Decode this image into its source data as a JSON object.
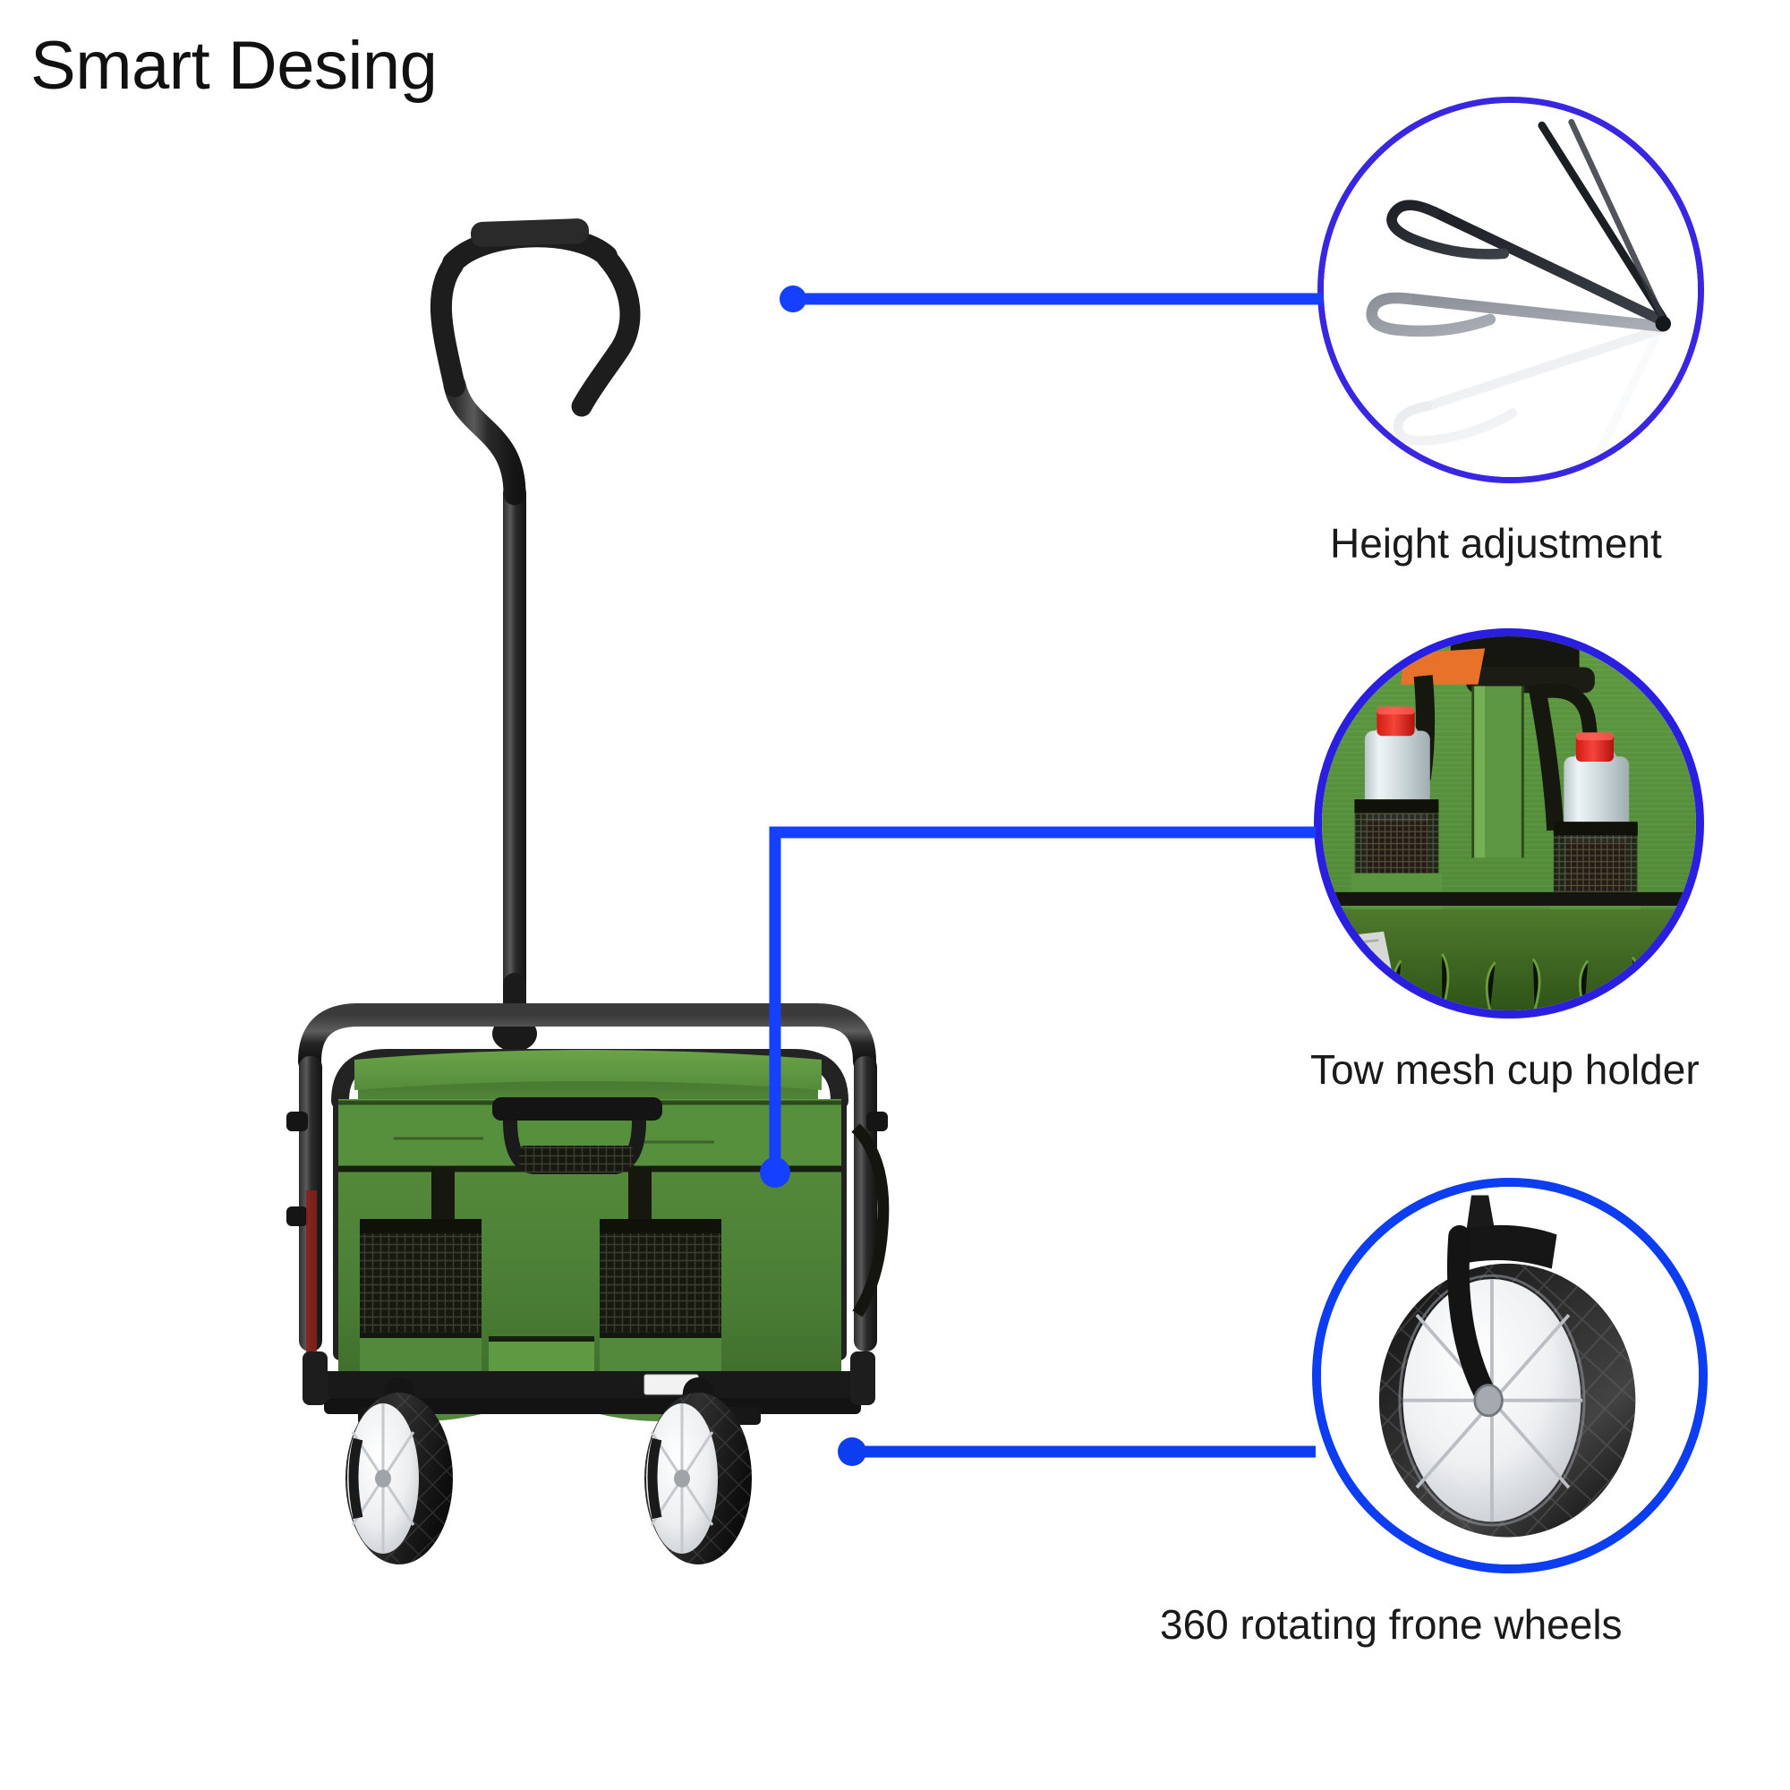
{
  "page": {
    "title": "Smart Desing",
    "background": "#ffffff",
    "accent_blue": "#1540ff",
    "product_green": "#4f8a33",
    "frame_black": "#1c1c1c"
  },
  "callouts": [
    {
      "id": "height-adjustment",
      "label": "Height adjustment",
      "circle_color": "#3826e0",
      "content": "three-handle-positions-diagram"
    },
    {
      "id": "cup-holder",
      "label": "Tow mesh cup holder",
      "circle_color": "#2a1fe0",
      "content": "two-water-bottles-in-green-mesh-holders-photo"
    },
    {
      "id": "front-wheels",
      "label": "360 rotating frone wheels",
      "circle_color": "#0c3df0",
      "content": "swivel-caster-wheel-photo"
    }
  ],
  "product": {
    "name": "folding-utility-wagon",
    "handle": "black-telescoping-loop-handle",
    "body_color": "#4f8a33",
    "frame_color": "#1c1c1c",
    "pocket_count": 2,
    "wheel_count": 2
  }
}
